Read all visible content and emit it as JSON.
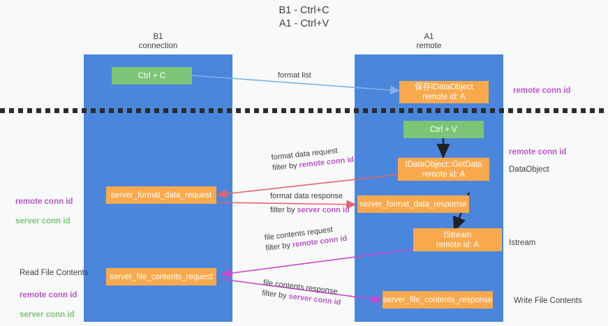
{
  "title": "B1 - Ctrl+C\nA1 - Ctrl+V",
  "colors": {
    "lane": "#4a86dc",
    "node_orange": "#f9a94c",
    "node_green": "#7cc576",
    "highlight_purple": "#bb55cc",
    "highlight_green": "#7cc576",
    "arrow_blue": "#7fb3e8",
    "arrow_red": "#e8636a",
    "arrow_magenta": "#cc44cc",
    "arrow_black": "#202124",
    "text_dark": "#3c4043",
    "background": "#f8f9f9",
    "dash_line": "#2b2b2b"
  },
  "lanes": [
    {
      "id": "b1",
      "header": "B1\nconnection"
    },
    {
      "id": "a1",
      "header": "A1\nremote"
    }
  ],
  "nodes": [
    {
      "id": "ctrl-c",
      "label": "Ctrl + C",
      "kind": "green"
    },
    {
      "id": "save-idataobject",
      "label": "保存IDataObject\nremote id: A",
      "kind": "orange"
    },
    {
      "id": "ctrl-v",
      "label": "Ctrl + V",
      "kind": "green"
    },
    {
      "id": "idataobject-getdata",
      "label": "IDataObject::GetData\nremote id: A",
      "kind": "orange"
    },
    {
      "id": "server-format-data-request",
      "label": "server_format_data_request",
      "kind": "orange"
    },
    {
      "id": "server-format-data-response",
      "label": "server_format_data_response",
      "kind": "orange"
    },
    {
      "id": "istream",
      "label": "IStream\nremote id: A",
      "kind": "orange"
    },
    {
      "id": "server-file-contents-request",
      "label": "server_file_contents_request",
      "kind": "orange"
    },
    {
      "id": "server-file-contents-response",
      "label": "server_file_contents_response",
      "kind": "orange"
    }
  ],
  "edge_labels": {
    "format_list": "format list",
    "format_data_request": "format data request",
    "format_data_request_filter_prefix": "filter by ",
    "format_data_request_filter_value": "remote conn id",
    "format_data_response": "format data response",
    "format_data_response_filter_prefix": "filter by ",
    "format_data_response_filter_value": "server conn id",
    "file_contents_request": "file contents request",
    "file_contents_request_filter_prefix": "filter by ",
    "file_contents_request_filter_value": "remote conn id",
    "file_contents_response": "file contents response",
    "file_contents_response_filter_prefix": "filter by ",
    "file_contents_response_filter_value": "server conn id"
  },
  "annotations": {
    "right_top_remote_conn_id": "remote conn id",
    "right_mid_remote_conn_id": "remote conn id",
    "right_dataobject": "DataObject",
    "right_istream": "Istream",
    "right_write_file_contents": "Write File Contents",
    "left_mid_remote_conn_id": "remote conn id",
    "left_mid_server_conn_id": "server conn id",
    "left_read_file_contents": "Read File Contents",
    "left_bot_remote_conn_id": "remote conn id",
    "left_bot_server_conn_id": "server conn id"
  }
}
